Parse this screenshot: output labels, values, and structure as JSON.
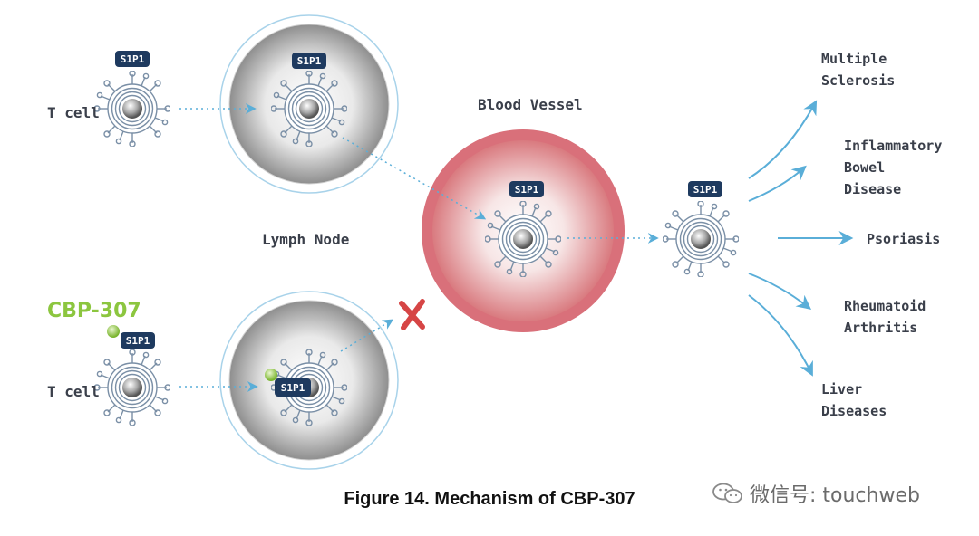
{
  "figure": {
    "caption": "Figure 14. Mechanism of CBP-307",
    "watermark_text": "微信号: touchweb"
  },
  "labels": {
    "receptor": "S1P1",
    "t_cell_top": "T cell",
    "t_cell_bottom": "T cell",
    "lymph_node": "Lymph Node",
    "blood_vessel": "Blood Vessel",
    "drug": "CBP-307"
  },
  "diseases": [
    {
      "line1": "Multiple",
      "line2": "Sclerosis"
    },
    {
      "line1": "Inflammatory",
      "line2": "Bowel",
      "line3": "Disease"
    },
    {
      "line1": "Psoriasis"
    },
    {
      "line1": "Rheumatoid",
      "line2": "Arthritis"
    },
    {
      "line1": "Liver",
      "line2": "Diseases"
    }
  ],
  "icons": {
    "blocked_marker": "x-block-icon",
    "watermark": "wechat-icon"
  },
  "colors": {
    "badge": "#1e3a5f",
    "cell_ring": "#7a8fa6",
    "arrow": "#5aaed8",
    "vessel_ring": "#d9696f",
    "drug": "#8cc63f",
    "block": "#d64545"
  }
}
